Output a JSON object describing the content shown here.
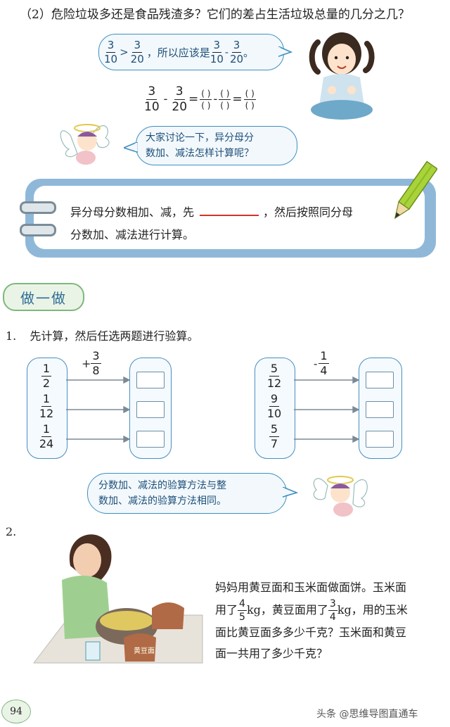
{
  "question2": {
    "label": "（2）",
    "text": "危险垃圾多还是食品残渣多？它们的差占生活垃圾总量的几分之几？"
  },
  "girl_bubble": {
    "f1": {
      "n": "3",
      "d": "10"
    },
    "gt": ">",
    "f2": {
      "n": "3",
      "d": "20"
    },
    "mid_text": "，所以应该是",
    "f3": {
      "n": "3",
      "d": "10"
    },
    "minus": "-",
    "f4": {
      "n": "3",
      "d": "20"
    },
    "end": "。"
  },
  "equation": {
    "f1": {
      "n": "3",
      "d": "10"
    },
    "minus": "-",
    "f2": {
      "n": "3",
      "d": "20"
    },
    "eq": "=",
    "paren": "(   )"
  },
  "angel_bubble_top": {
    "line1": "大家讨论一下，异分母分",
    "line2": "数加、减法怎样计算呢？"
  },
  "notebook": {
    "before": "异分母分数相加、减，先",
    "after": "，然后按照同分母",
    "line2": "分数加、减法进行计算。"
  },
  "do_it": {
    "title": "做一做"
  },
  "exercise1": {
    "number": "1.",
    "text": "先计算，然后任选两题进行验算。",
    "left": {
      "op": "+",
      "op_frac": {
        "n": "3",
        "d": "8"
      },
      "fracs": [
        {
          "n": "1",
          "d": "2"
        },
        {
          "n": "1",
          "d": "12"
        },
        {
          "n": "1",
          "d": "24"
        }
      ]
    },
    "right": {
      "op": "-",
      "op_frac": {
        "n": "1",
        "d": "4"
      },
      "fracs": [
        {
          "n": "5",
          "d": "12"
        },
        {
          "n": "9",
          "d": "10"
        },
        {
          "n": "5",
          "d": "7"
        }
      ]
    }
  },
  "angel_bubble_bottom": {
    "line1": "分数加、减法的验算方法与整",
    "line2": "数加、减法的验算方法相同。"
  },
  "exercise2": {
    "number": "2.",
    "line1": "妈妈用黄豆面和玉米面做面饼。玉米面",
    "l2a": "用了",
    "f1": {
      "n": "4",
      "d": "5"
    },
    "l2b": "kg，黄豆面用了",
    "f2": {
      "n": "3",
      "d": "4"
    },
    "l2c": "kg，用的玉米",
    "line3": "面比黄豆面多多少千克？玉米面和黄豆",
    "line4": "面一共用了多少千克？",
    "sack_label": "黄豆面"
  },
  "footer": {
    "page_number": "94",
    "watermark": "头条 @思维导图直通车"
  },
  "colors": {
    "accent_blue": "#3f8fc0",
    "notebook_fill": "#8fb8d8",
    "blank_red": "#d0342c",
    "do_it_green": "#7fb77e"
  }
}
